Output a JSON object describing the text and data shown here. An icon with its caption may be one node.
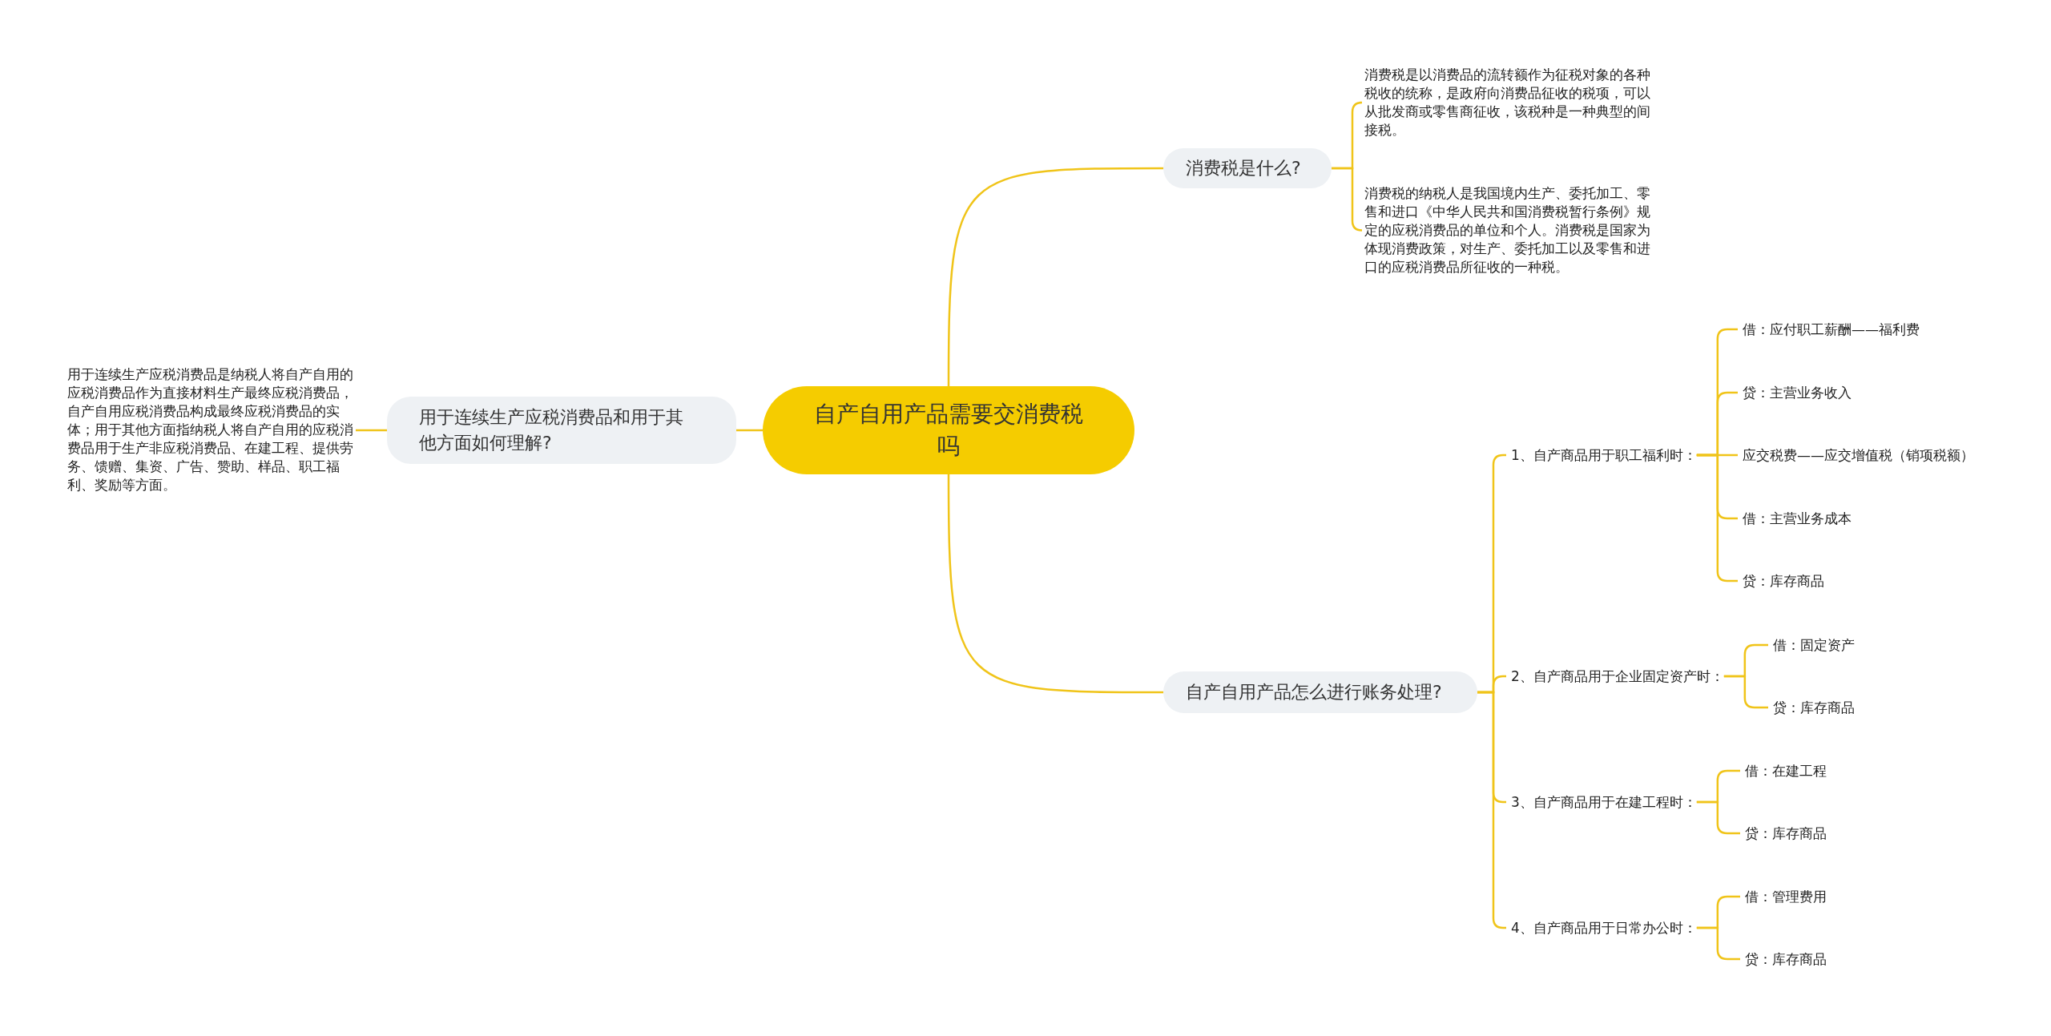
{
  "diagram": {
    "nodes": [
      {
        "text": [
          "自产自用产品需要交消费税吗"
        ]
      },
      {
        "text": [
          "消费税是什么?"
        ]
      },
      {
        "text": [
          "消费税是以消费品的流转额作为征税对象的各种税收的统称，是政府向消费品征收的税项，可以从批发商或零售商征收，该税种是一种典型的间接税。"
        ]
      },
      {
        "text": [
          "消费税的纳税人是我国境内生产、委托加工、零售和进口《中华人民共和国消费税暂行条例》规定的应税消费品的单位和个人。消费税是国家为体现消费政策，对生产、委托加工以及零售和进口的应税消费品所征收的一种税。"
        ]
      },
      {
        "text": [
          "自产自用产品怎么进行账务处理?"
        ]
      },
      {
        "text": [
          "1、自产商品用于职工福利时："
        ]
      },
      {
        "text": [
          "借：应付职工薪酬——福利费"
        ]
      },
      {
        "text": [
          "贷：主营业务收入"
        ]
      },
      {
        "text": [
          "应交税费——应交增值税（销项税额）"
        ]
      },
      {
        "text": [
          "借：主营业务成本"
        ]
      },
      {
        "text": [
          "贷：库存商品"
        ]
      },
      {
        "text": [
          "2、自产商品用于企业固定资产时："
        ]
      },
      {
        "text": [
          "借：固定资产"
        ]
      },
      {
        "text": [
          "贷：库存商品"
        ]
      },
      {
        "text": [
          "3、自产商品用于在建工程时："
        ]
      },
      {
        "text": [
          "借：在建工程"
        ]
      },
      {
        "text": [
          "贷：库存商品"
        ]
      },
      {
        "text": [
          "4、自产商品用于日常办公时："
        ]
      },
      {
        "text": [
          "借：管理费用"
        ]
      },
      {
        "text": [
          "贷：库存商品"
        ]
      },
      {
        "text": [
          "用于连续生产应税消费品和用于其他方面如何理解?"
        ]
      },
      {
        "text": [
          "用于连续生产应税消费品是纳税人将自产自用的应税消费品作为直接材料生产最终应税消费品，自产自用应税消费品构成最终应税消费品的实体；用于其他方面指纳税人将自产自用的应税消费品用于生产非应税消费品、在建工程、提供劳务、馈赠、集资、广告、赞助、样品、职工福利、奖励等方面。"
        ]
      }
    ],
    "edges": [
      {
        "from": 0,
        "to": 1,
        "arrow": "none"
      },
      {
        "from": 1,
        "to": 2,
        "arrow": "none"
      },
      {
        "from": 1,
        "to": 3,
        "arrow": "none"
      },
      {
        "from": 0,
        "to": 4,
        "arrow": "none"
      },
      {
        "from": 4,
        "to": 5,
        "arrow": "none"
      },
      {
        "from": 5,
        "to": 6,
        "arrow": "none"
      },
      {
        "from": 5,
        "to": 7,
        "arrow": "none"
      },
      {
        "from": 5,
        "to": 8,
        "arrow": "none"
      },
      {
        "from": 5,
        "to": 9,
        "arrow": "none"
      },
      {
        "from": 5,
        "to": 10,
        "arrow": "none"
      },
      {
        "from": 4,
        "to": 11,
        "arrow": "none"
      },
      {
        "from": 11,
        "to": 12,
        "arrow": "none"
      },
      {
        "from": 11,
        "to": 13,
        "arrow": "none"
      },
      {
        "from": 4,
        "to": 14,
        "arrow": "none"
      },
      {
        "from": 14,
        "to": 15,
        "arrow": "none"
      },
      {
        "from": 14,
        "to": 16,
        "arrow": "none"
      },
      {
        "from": 4,
        "to": 17,
        "arrow": "none"
      },
      {
        "from": 17,
        "to": 18,
        "arrow": "none"
      },
      {
        "from": 17,
        "to": 19,
        "arrow": "none"
      },
      {
        "from": 0,
        "to": 20,
        "arrow": "none"
      },
      {
        "from": 20,
        "to": 21,
        "arrow": "none"
      }
    ]
  }
}
